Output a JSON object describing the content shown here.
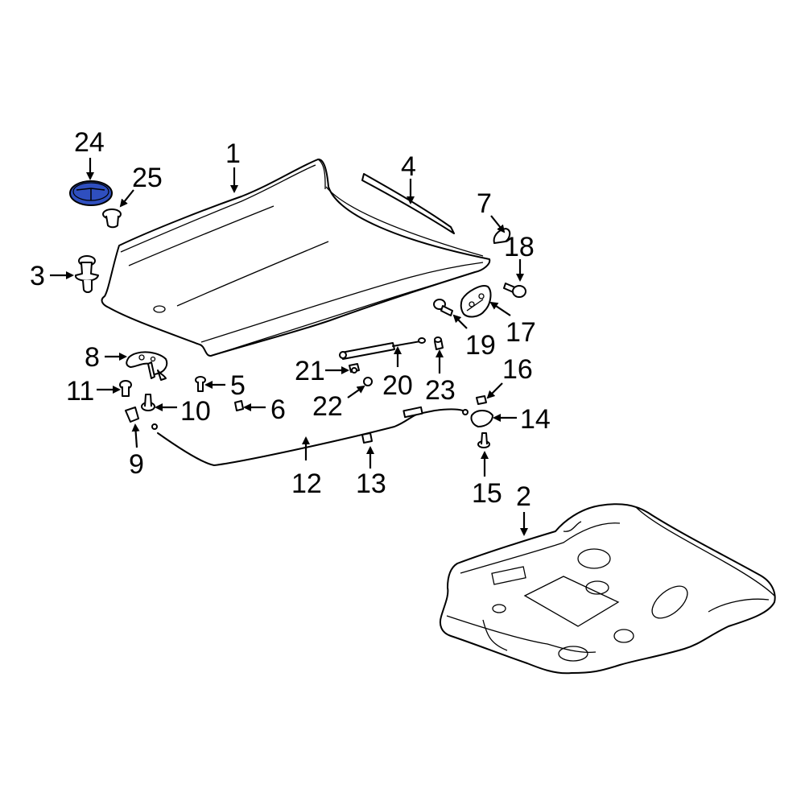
{
  "highlight_color": "#2f4fbf",
  "callouts": [
    {
      "id": "1",
      "label": "1"
    },
    {
      "id": "2",
      "label": "2"
    },
    {
      "id": "3",
      "label": "3"
    },
    {
      "id": "4",
      "label": "4"
    },
    {
      "id": "5",
      "label": "5"
    },
    {
      "id": "6",
      "label": "6"
    },
    {
      "id": "7",
      "label": "7"
    },
    {
      "id": "8",
      "label": "8"
    },
    {
      "id": "9",
      "label": "9"
    },
    {
      "id": "10",
      "label": "10"
    },
    {
      "id": "11",
      "label": "11"
    },
    {
      "id": "12",
      "label": "12"
    },
    {
      "id": "13",
      "label": "13"
    },
    {
      "id": "14",
      "label": "14"
    },
    {
      "id": "15",
      "label": "15"
    },
    {
      "id": "16",
      "label": "16"
    },
    {
      "id": "17",
      "label": "17"
    },
    {
      "id": "18",
      "label": "18"
    },
    {
      "id": "19",
      "label": "19"
    },
    {
      "id": "20",
      "label": "20"
    },
    {
      "id": "21",
      "label": "21"
    },
    {
      "id": "22",
      "label": "22"
    },
    {
      "id": "23",
      "label": "23"
    },
    {
      "id": "24",
      "label": "24"
    },
    {
      "id": "25",
      "label": "25"
    }
  ]
}
